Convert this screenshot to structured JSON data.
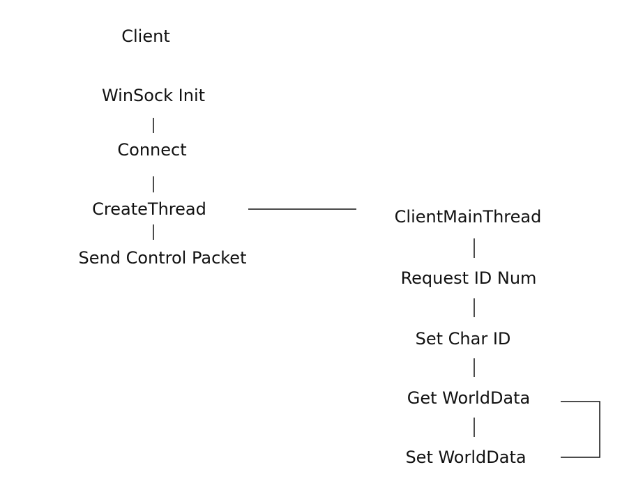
{
  "diagram": {
    "title": "Client",
    "client_steps": [
      "WinSock Init",
      "Connect",
      "CreateThread",
      "Send Control Packet"
    ],
    "thread_steps": [
      "ClientMainThread",
      "Request ID Num",
      "Set Char ID",
      "Get WorldData",
      "Set WorldData"
    ]
  }
}
